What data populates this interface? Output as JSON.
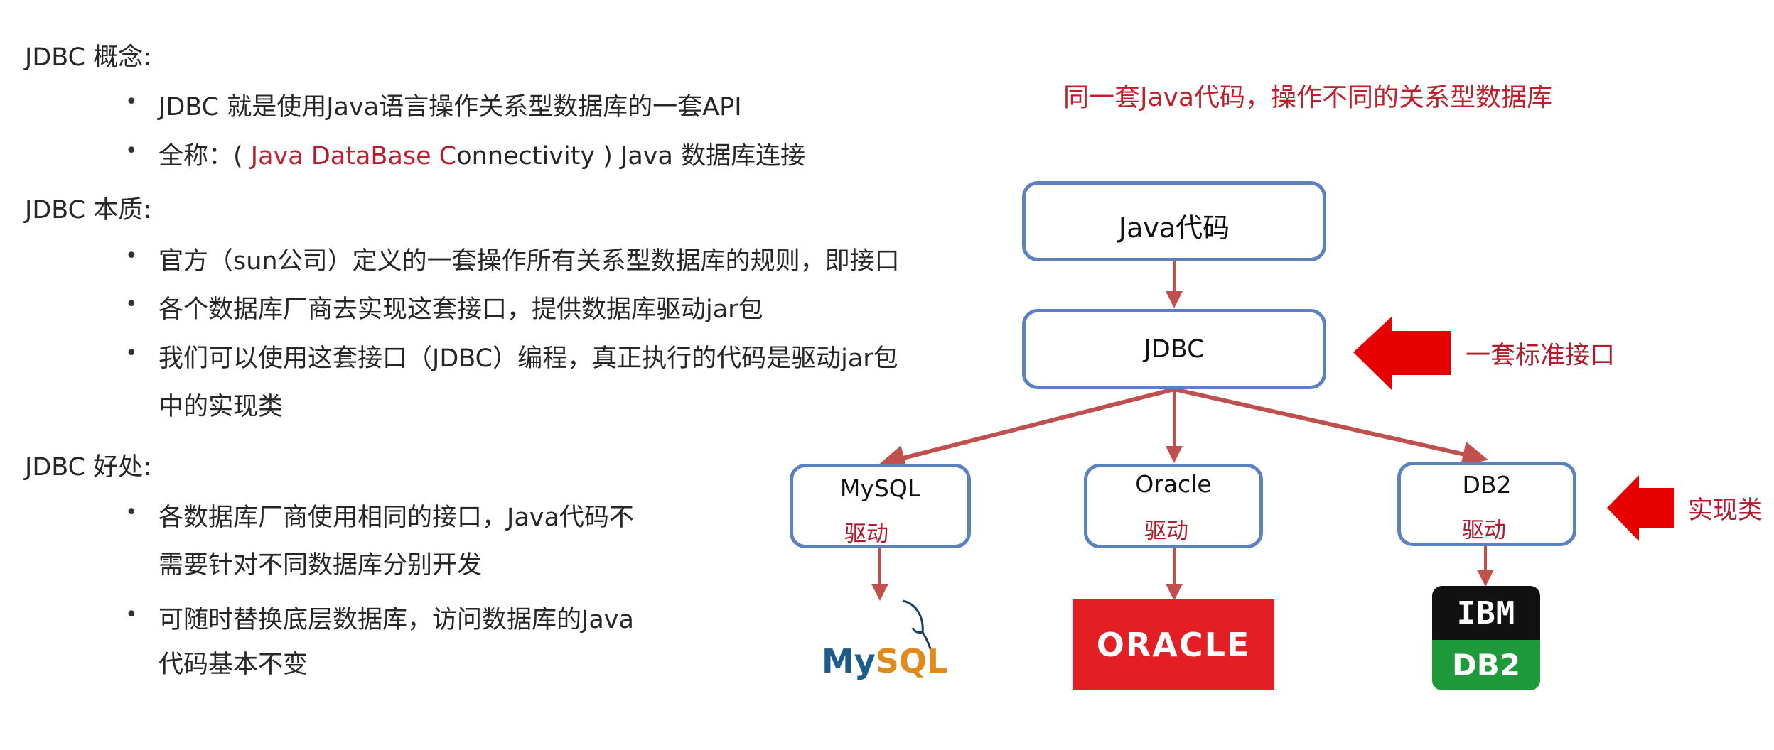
{
  "left": {
    "sections": [
      {
        "heading": "JDBC 概念:",
        "bullets": [
          {
            "text": "JDBC 就是使用Java语言操作关系型数据库的一套API"
          },
          {
            "parts": [
              "全称：( ",
              "J",
              "ava ",
              "D",
              "ata",
              "B",
              "ase ",
              "C",
              "onnectivity ) Java 数据库连接"
            ]
          }
        ]
      },
      {
        "heading": "JDBC 本质:",
        "bullets": [
          {
            "text": "官方（sun公司）定义的一套操作所有关系型数据库的规则，即接口"
          },
          {
            "text": "各个数据库厂商去实现这套接口，提供数据库驱动jar包"
          },
          {
            "text": "我们可以使用这套接口（JDBC）编程，真正执行的代码是驱动jar包",
            "cont": "中的实现类"
          }
        ]
      },
      {
        "heading": "JDBC 好处:",
        "bullets": [
          {
            "text": "各数据库厂商使用相同的接口，Java代码不",
            "cont": "需要针对不同数据库分别开发"
          },
          {
            "text": "可随时替换底层数据库，访问数据库的Java",
            "cont": "代码基本不变"
          }
        ]
      }
    ],
    "bullet_glyph": "•"
  },
  "diagram": {
    "caption": "同一套Java代码，操作不同的关系型数据库",
    "java_box": "Java代码",
    "jdbc_box": "JDBC",
    "jdbc_note": "一套标准接口",
    "impl_note": "实现类",
    "drivers": [
      {
        "name": "MySQL",
        "label": "驱动"
      },
      {
        "name": "Oracle",
        "label": "驱动"
      },
      {
        "name": "DB2",
        "label": "驱动"
      }
    ],
    "logos": {
      "mysql_my": "My",
      "mysql_sql": "SQL",
      "oracle": "ORACLE",
      "ibm": "IBM",
      "db2": "DB2"
    },
    "colors": {
      "box_border": "#5b82bf",
      "connector": "#c0504d",
      "accent_red": "#e00000",
      "text_red": "#b31b2c"
    }
  }
}
